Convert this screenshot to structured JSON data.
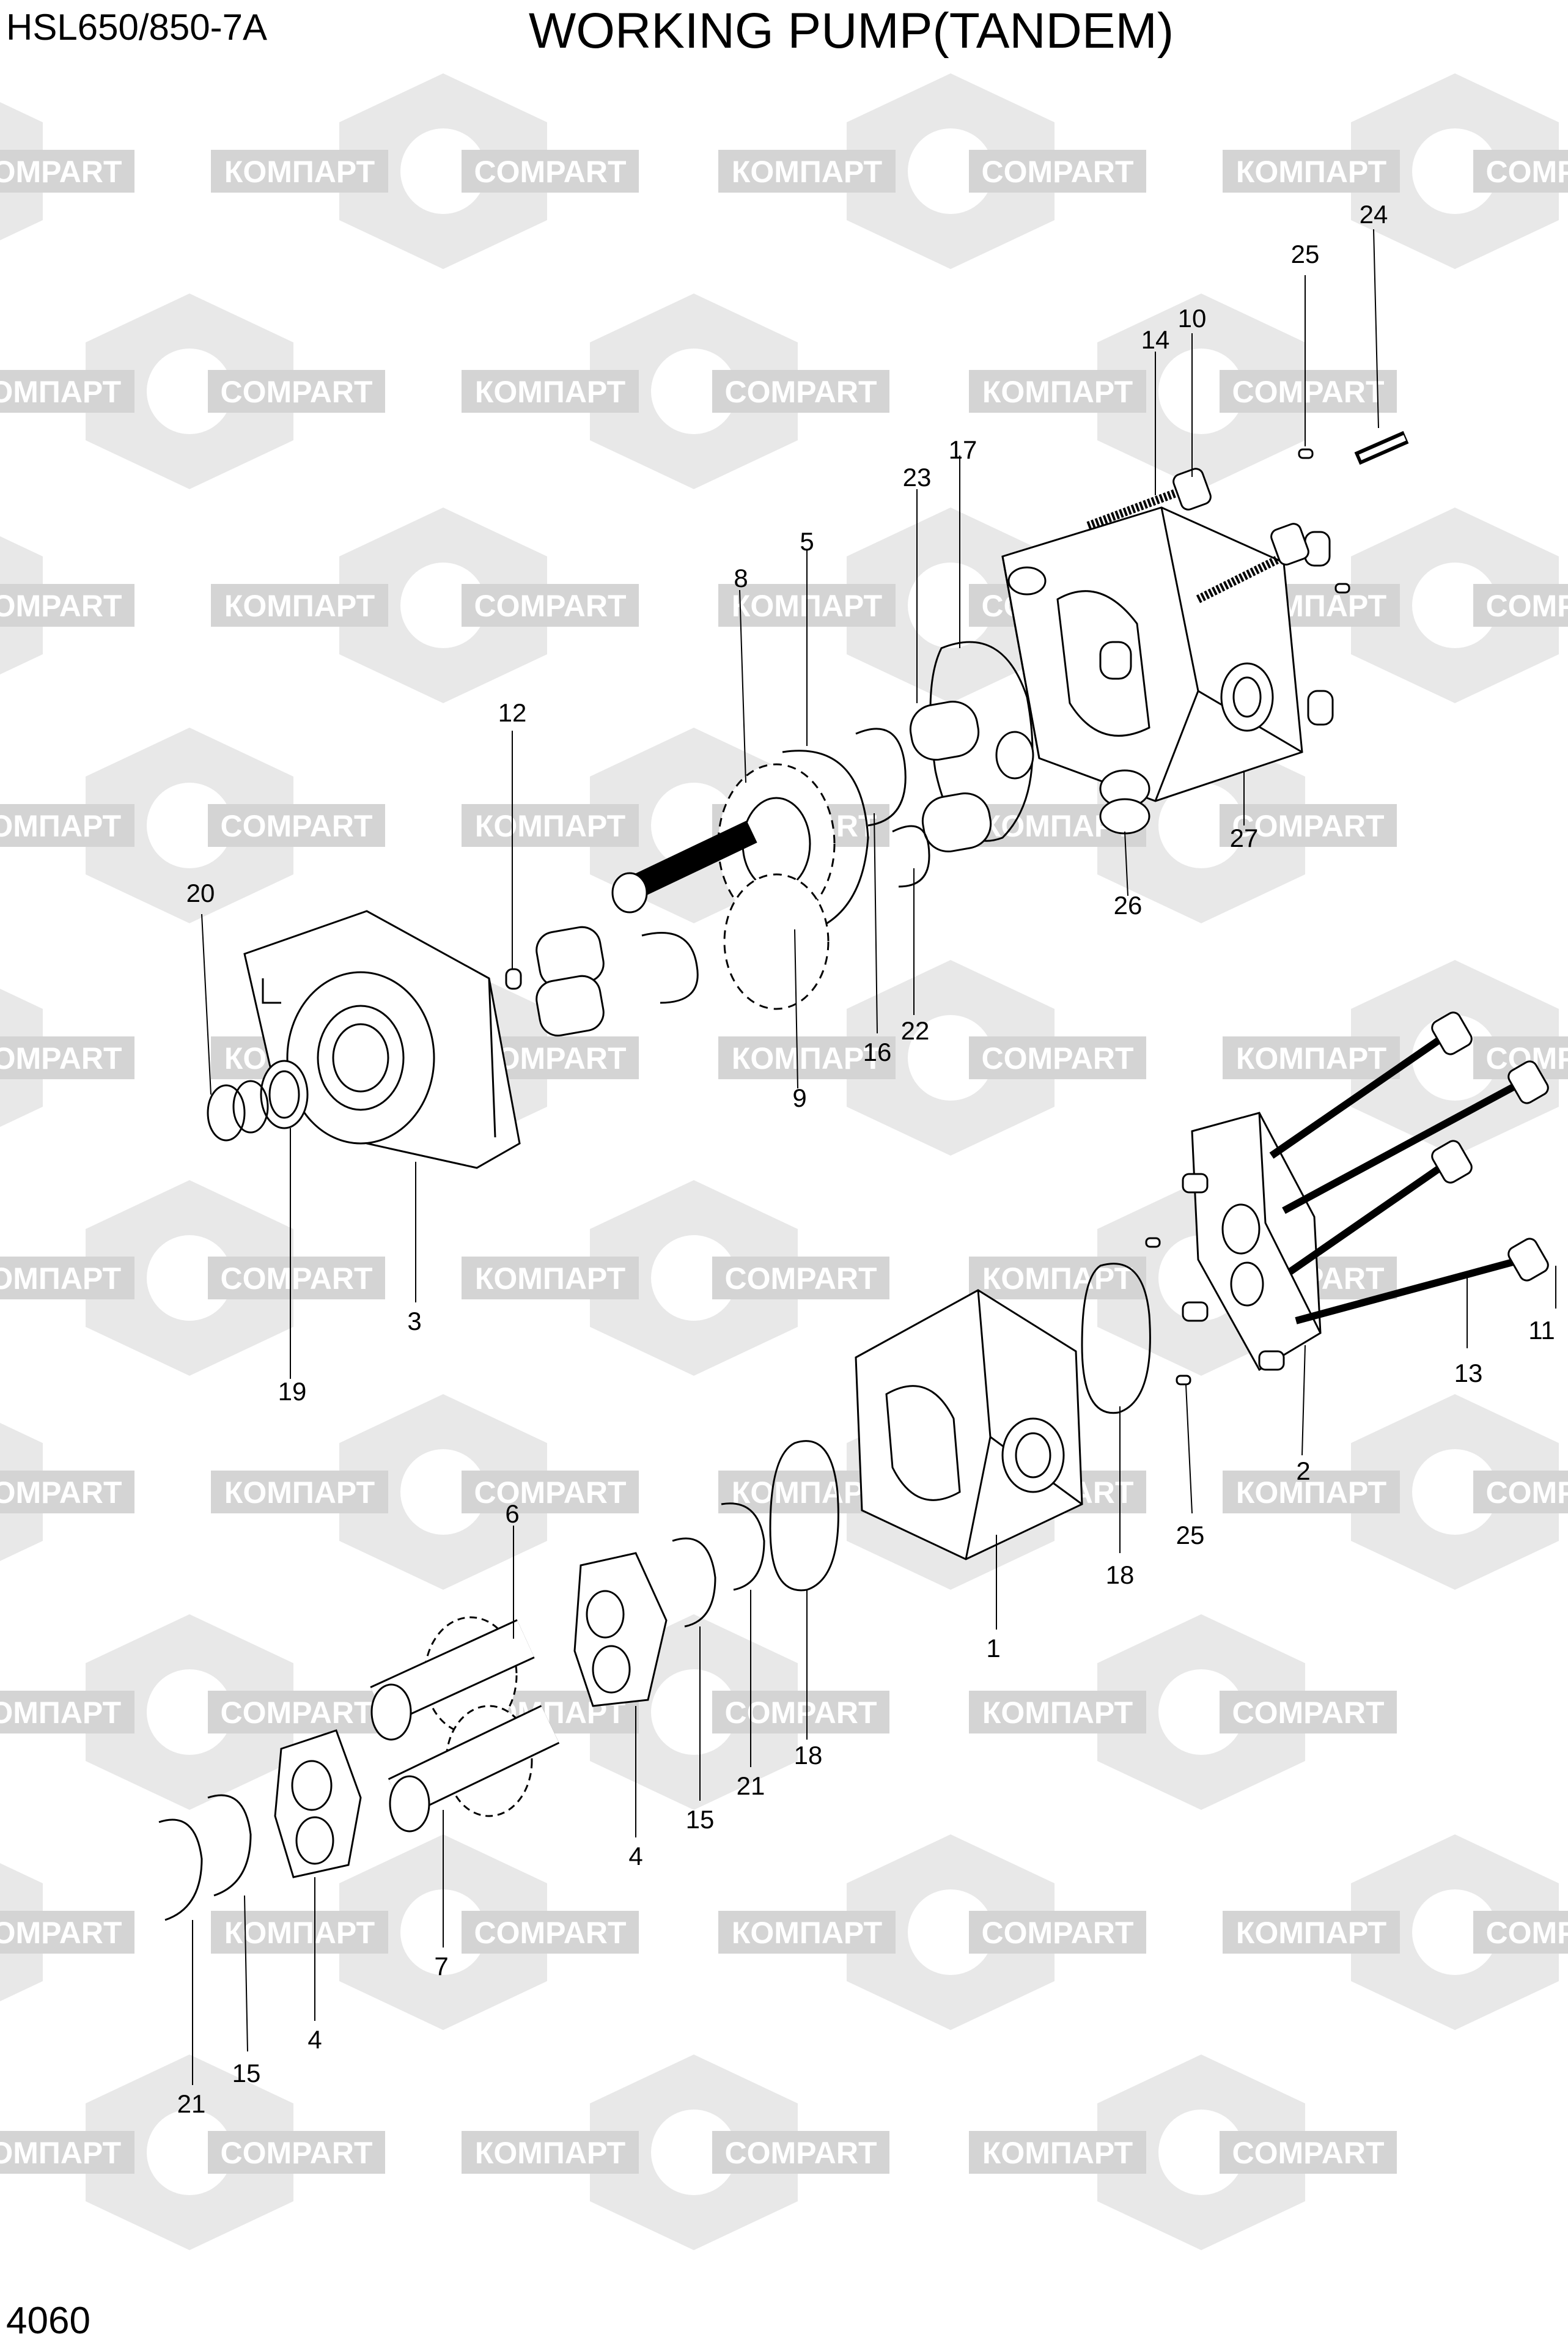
{
  "header": {
    "model": "HSL650/850-7A",
    "title": "WORKING PUMP(TANDEM)"
  },
  "footer": {
    "page_number": "4060"
  },
  "watermark": {
    "text_left": "КОМПАРТ",
    "text_right": "COMPART"
  },
  "callouts": [
    "1",
    "2",
    "3",
    "4",
    "4",
    "5",
    "6",
    "7",
    "8",
    "9",
    "10",
    "11",
    "12",
    "13",
    "14",
    "15",
    "15",
    "16",
    "17",
    "18",
    "18",
    "19",
    "20",
    "21",
    "21",
    "22",
    "23",
    "24",
    "25",
    "25",
    "26",
    "27"
  ]
}
